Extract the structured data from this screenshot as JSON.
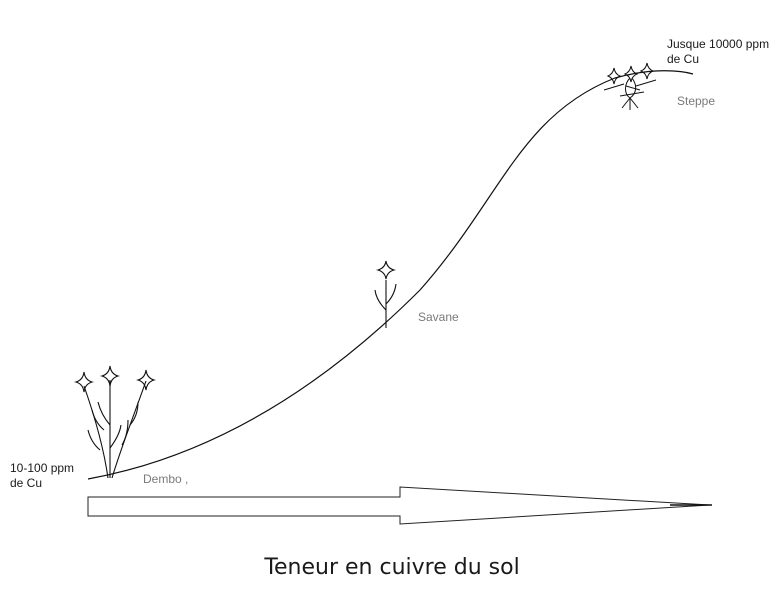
{
  "labels": {
    "high_copper": [
      "Jusque 10000 ppm",
      "de Cu"
    ],
    "low_copper": [
      "10-100 ppm",
      "de Cu"
    ],
    "steppe": "Steppe",
    "savane": "Savane",
    "dembo": "Dembo ,"
  },
  "caption": "Teneur en cuivre du sol",
  "colors": {
    "line": "#111111",
    "grey_text": "#7a7a7a"
  },
  "icons": [
    "curve",
    "arrow",
    "plant-cluster-icon",
    "single-plant-icon",
    "bushy-plant-icon"
  ]
}
